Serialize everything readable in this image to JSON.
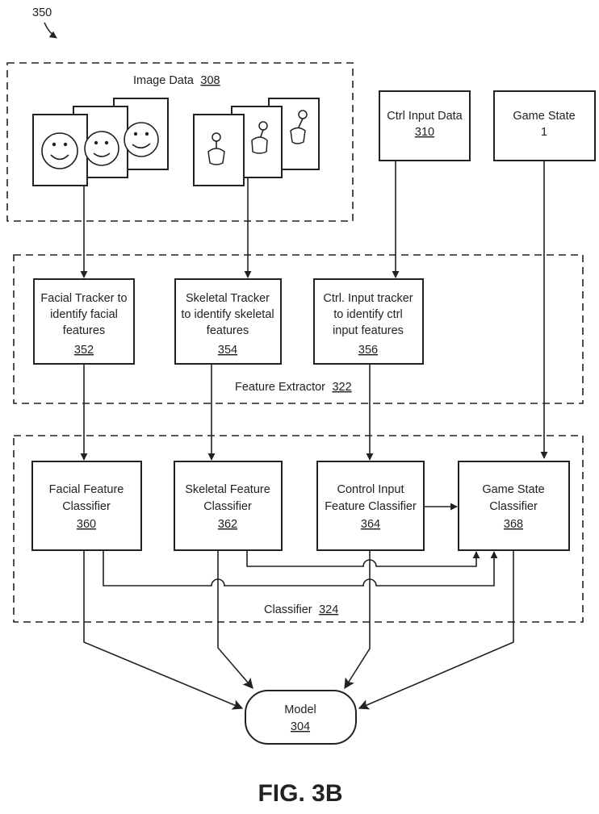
{
  "figure": {
    "ref": "350",
    "caption": "FIG. 3B"
  },
  "groups": {
    "image_data": {
      "label": "Image Data",
      "num": "308"
    },
    "feature_extractor": {
      "label": "Feature Extractor",
      "num": "322"
    },
    "classifier": {
      "label": "Classifier",
      "num": "324"
    }
  },
  "inputs": {
    "ctrl_input": {
      "line1": "Ctrl Input Data",
      "num": "310"
    },
    "game_state": {
      "line1": "Game State",
      "line2": "1"
    }
  },
  "trackers": [
    {
      "line1": "Facial Tracker to",
      "line2": "identify facial",
      "line3": "features",
      "num": "352"
    },
    {
      "line1": "Skeletal Tracker",
      "line2": "to identify skeletal",
      "line3": "features",
      "num": "354"
    },
    {
      "line1": "Ctrl. Input tracker",
      "line2": "to identify ctrl",
      "line3": "input features",
      "num": "356"
    }
  ],
  "classifiers": [
    {
      "line1": "Facial Feature",
      "line2": "Classifier",
      "num": "360"
    },
    {
      "line1": "Skeletal Feature",
      "line2": "Classifier",
      "num": "362"
    },
    {
      "line1": "Control Input",
      "line2": "Feature Classifier",
      "num": "364"
    },
    {
      "line1": "Game State",
      "line2": "Classifier",
      "num": "368"
    }
  ],
  "model": {
    "label": "Model",
    "num": "304"
  },
  "icons": [
    "smiley-face-icon",
    "skeleton-figure-icon"
  ]
}
